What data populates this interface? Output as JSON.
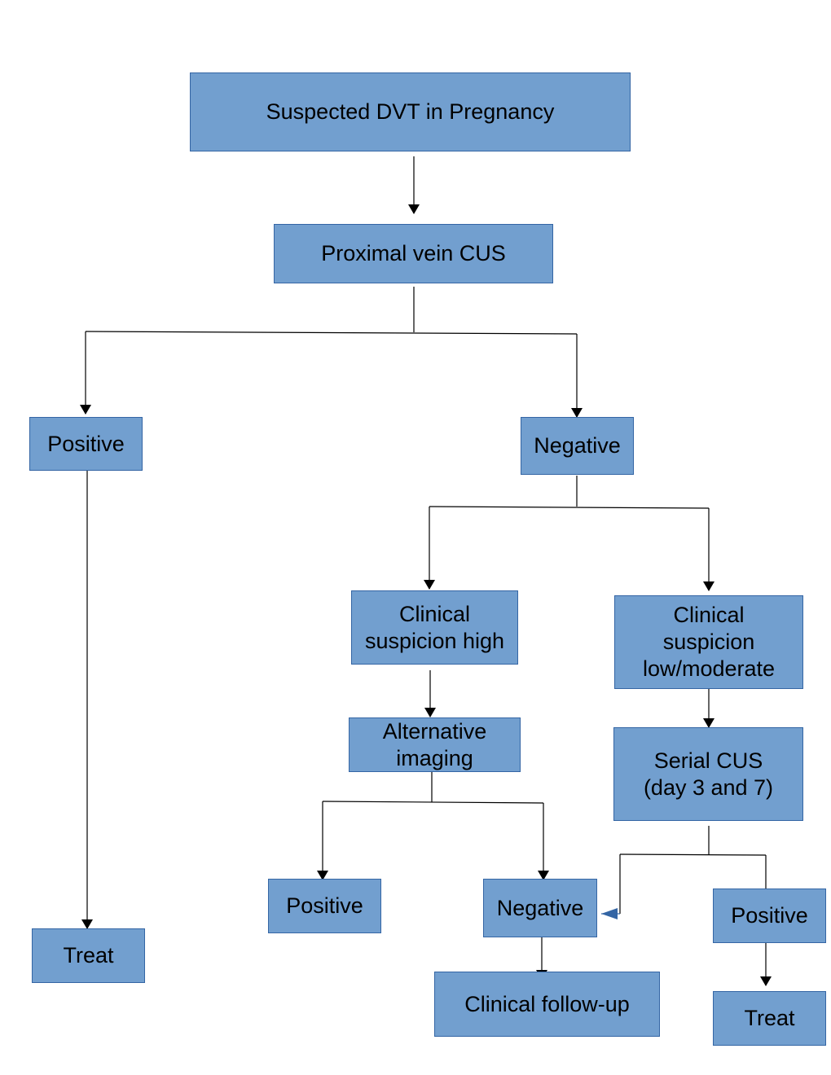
{
  "nodes": {
    "suspected": "Suspected DVT in Pregnancy",
    "proximal_cus": "Proximal vein CUS",
    "positive_main": "Positive",
    "negative_main": "Negative",
    "treat_left": "Treat",
    "clinical_high": "Clinical suspicion high",
    "clinical_low": "Clinical suspicion low/moderate",
    "alternative_imaging": "Alternative imaging",
    "serial_cus": "Serial CUS (day 3 and 7)",
    "alt_positive": "Positive",
    "alt_negative": "Negative",
    "clinical_followup": "Clinical follow-up",
    "serial_positive": "Positive",
    "treat_right": "Treat"
  },
  "colors": {
    "box_fill": "#729fcf",
    "box_border": "#3465a4",
    "connector": "#000000",
    "accent_arrow": "#3465a4"
  }
}
